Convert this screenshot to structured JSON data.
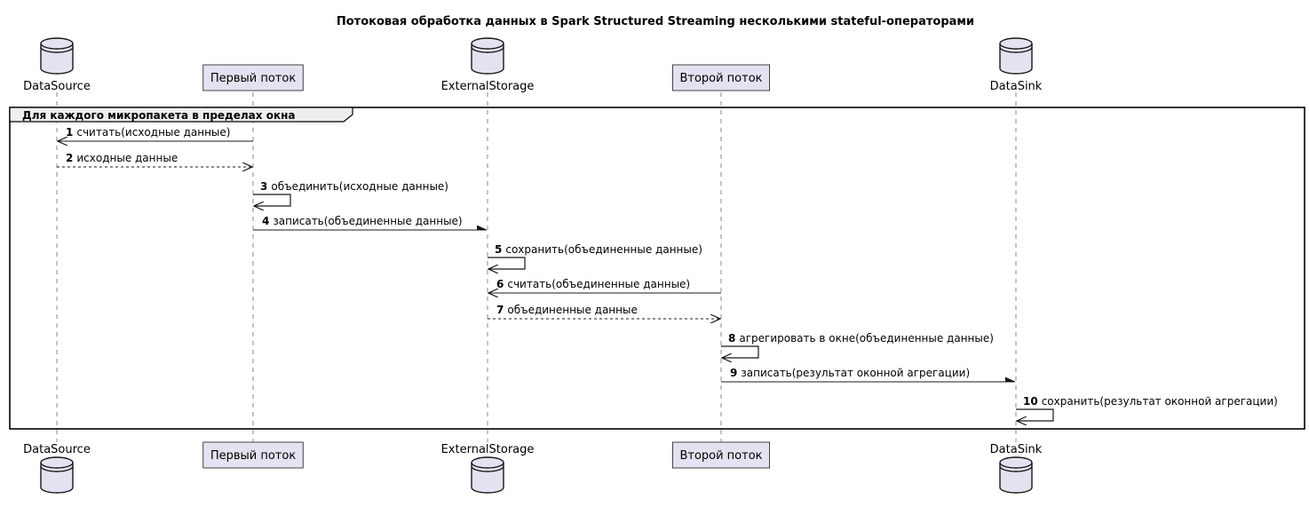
{
  "diagram": {
    "title": "Потоковая обработка данных в Spark Structured Streaming несколькими stateful-операторами",
    "colors": {
      "participant_fill": "#e2e2f0",
      "participant_stroke": "#181818",
      "lifeline": "#8a8a8a",
      "arrow": "#181818",
      "group_header_fill": "#eeeeee"
    },
    "participants": [
      {
        "id": "ds",
        "name": "DataSource",
        "kind": "database"
      },
      {
        "id": "p1",
        "name": "Первый поток",
        "kind": "participant"
      },
      {
        "id": "es",
        "name": "ExternalStorage",
        "kind": "database"
      },
      {
        "id": "p2",
        "name": "Второй поток",
        "kind": "participant"
      },
      {
        "id": "sink",
        "name": "DataSink",
        "kind": "database"
      }
    ],
    "group": {
      "label": "Для каждого микропакета в пределах окна"
    },
    "messages": [
      {
        "num": "1",
        "from": "p1",
        "to": "ds",
        "text": "считать(исходные данные)",
        "style": "sync"
      },
      {
        "num": "2",
        "from": "ds",
        "to": "p1",
        "text": "исходные данные",
        "style": "return"
      },
      {
        "num": "3",
        "from": "p1",
        "to": "p1",
        "text": "объединить(исходные данные)",
        "style": "self"
      },
      {
        "num": "4",
        "from": "p1",
        "to": "es",
        "text": "записать(объединенные данные)",
        "style": "async"
      },
      {
        "num": "5",
        "from": "es",
        "to": "es",
        "text": "сохранить(объединенные данные)",
        "style": "self"
      },
      {
        "num": "6",
        "from": "p2",
        "to": "es",
        "text": "считать(объединенные данные)",
        "style": "sync"
      },
      {
        "num": "7",
        "from": "es",
        "to": "p2",
        "text": "объединенные данные",
        "style": "return"
      },
      {
        "num": "8",
        "from": "p2",
        "to": "p2",
        "text": "агрегировать в окне(объединенные данные)",
        "style": "self"
      },
      {
        "num": "9",
        "from": "p2",
        "to": "sink",
        "text": "записать(результат оконной агрегации)",
        "style": "async"
      },
      {
        "num": "10",
        "from": "sink",
        "to": "sink",
        "text": "сохранить(результат оконной агрегации)",
        "style": "self"
      }
    ]
  }
}
